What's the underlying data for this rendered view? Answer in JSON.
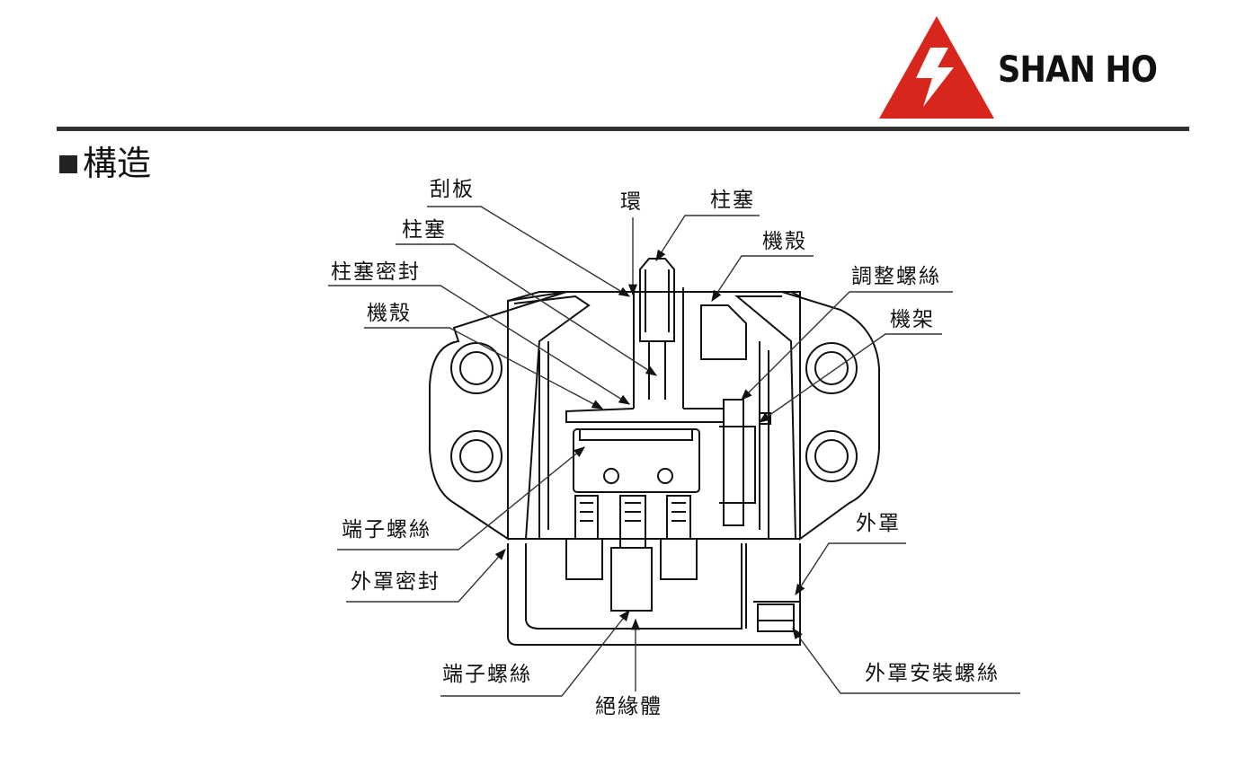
{
  "brand": {
    "name": "SHAN HO",
    "colors": {
      "logo_red": "#d9261c",
      "text": "#111111",
      "rule": "#333333"
    }
  },
  "heading": {
    "title": "構造"
  },
  "labels": {
    "scraper": "刮板",
    "ring": "環",
    "plunger_top": "柱塞",
    "housing_top": "機殼",
    "plunger_left": "柱塞",
    "adjust_screw": "調整螺絲",
    "plunger_seal": "柱塞密封",
    "frame": "機架",
    "housing_left": "機殼",
    "terminal_screw_left": "端子螺絲",
    "cover": "外罩",
    "cover_seal": "外罩密封",
    "terminal_screw_bottom": "端子螺絲",
    "cover_mount_screw": "外罩安裝螺絲",
    "insulator": "絕緣體"
  }
}
